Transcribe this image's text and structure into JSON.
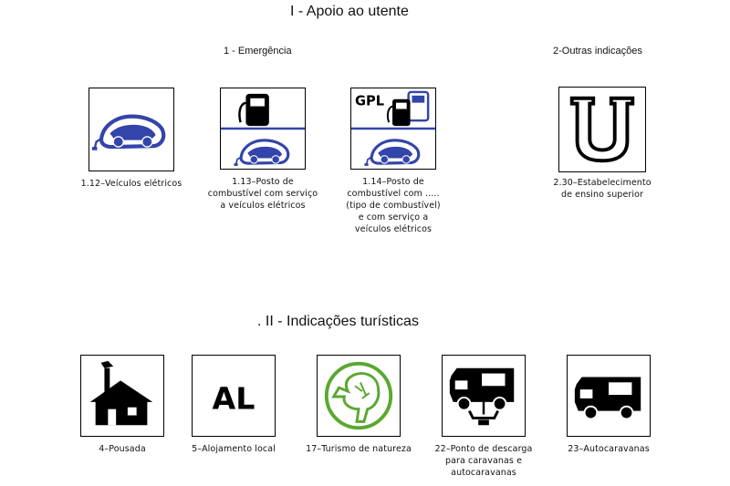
{
  "section1": {
    "title": "I - Apoio ao utente",
    "group1": "1 - Emergência",
    "group2": "2-Outras indicações",
    "signs": [
      {
        "id": "1.12",
        "caption_lines": [
          "1.12–Veículos elétricos"
        ],
        "icon": "electric-car-icon"
      },
      {
        "id": "1.13",
        "caption_lines": [
          "1.13–Posto de",
          "combustível com serviço",
          "a veículos elétricos"
        ],
        "icon": "fuel-pump-icon"
      },
      {
        "id": "1.14",
        "label": "GPL",
        "caption_lines": [
          "1.14–Posto de",
          "combustível com .....",
          "(tipo de combustível)",
          "e com serviço a",
          "veículos elétricos"
        ],
        "icon": "lpg-fuel-pump-icon"
      },
      {
        "id": "2.30",
        "caption_lines": [
          "2.30–Estabelecimento",
          "de ensino superior"
        ],
        "icon": "university-icon"
      }
    ]
  },
  "section2": {
    "title": ". II - Indicações turísticas",
    "signs": [
      {
        "id": "4",
        "caption_lines": [
          "4–Pousada"
        ],
        "icon": "house-icon"
      },
      {
        "id": "5",
        "label": "AL",
        "caption_lines": [
          "5–Alojamento local"
        ],
        "icon": "al-text-icon"
      },
      {
        "id": "17",
        "caption_lines": [
          "17–Turismo de natureza"
        ],
        "icon": "nature-tourism-icon"
      },
      {
        "id": "22",
        "caption_lines": [
          "22–Ponto de descarga",
          "para caravanas e",
          "autocaravanas"
        ],
        "icon": "motorhome-dump-station-icon"
      },
      {
        "id": "23",
        "caption_lines": [
          "23–Autocaravanas"
        ],
        "icon": "motorhome-icon"
      }
    ]
  },
  "colors": {
    "sign_blue": "#3344aa",
    "nature_green": "#5aa830",
    "black": "#000000"
  }
}
